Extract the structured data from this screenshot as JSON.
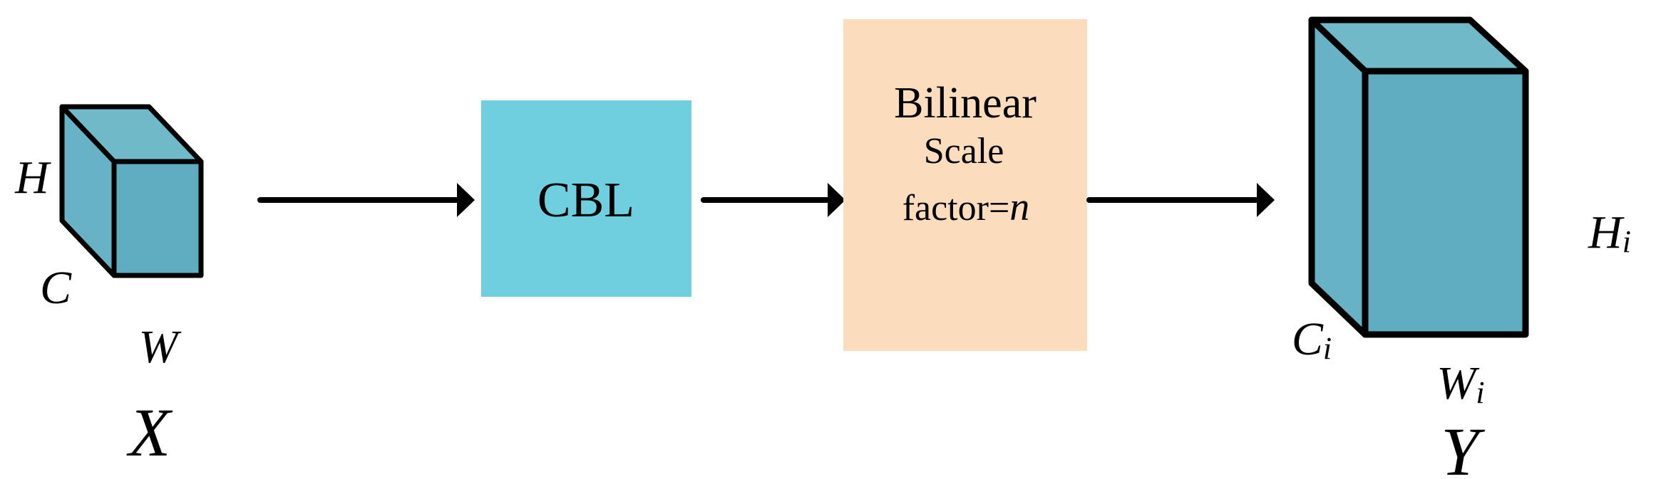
{
  "colors": {
    "background": "#FFFFFF",
    "tensor_top": "#6FB9C9",
    "tensor_left": "#67B2C5",
    "tensor_front": "#5EADC1",
    "cbl_fill": "#6FCFDF",
    "bilinear_fill": "#FBDCBD",
    "line": "#000000"
  },
  "input_tensor": {
    "height_label": "H",
    "channel_label": "C",
    "width_label": "W",
    "name": "X"
  },
  "cbl_block": {
    "label": "CBL"
  },
  "bilinear_block": {
    "title": "Bilinear",
    "subtitle": "Scale",
    "factor_prefix": "factor=",
    "factor_value": "n"
  },
  "output_tensor": {
    "channel_label": "C",
    "channel_sub": "i",
    "width_label": "W",
    "width_sub": "i",
    "height_label": "H",
    "height_sub": "i",
    "name": "Y"
  }
}
